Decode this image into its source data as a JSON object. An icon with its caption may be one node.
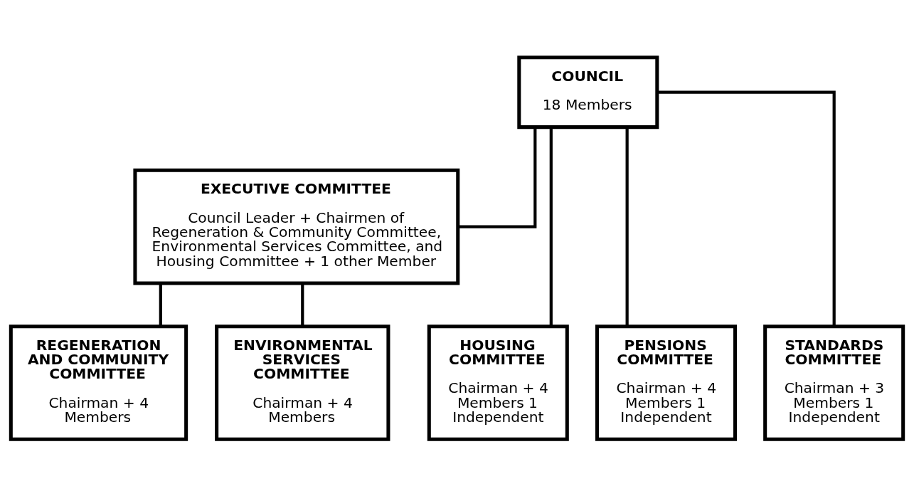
{
  "diagram": {
    "nodes": [
      {
        "text": [
          "COUNCIL",
          "18 Members"
        ]
      },
      {
        "text": [
          "EXECUTIVE COMMITTEE",
          "Council Leader + Chairmen of Regeneration & Community Committee, Environmental Services Committee, and Housing Committee + 1 other Member"
        ]
      },
      {
        "text": [
          "REGENERATION AND COMMUNITY COMMITTEE",
          "Chairman + 4 Members"
        ]
      },
      {
        "text": [
          "ENVIRONMENTAL SERVICES COMMITTEE",
          "Chairman + 4 Members"
        ]
      },
      {
        "text": [
          "HOUSING COMMITTEE",
          "Chairman + 4 Members 1 Independent"
        ]
      },
      {
        "text": [
          "PENSIONS COMMITTEE",
          "Chairman + 4 Members 1 Independent"
        ]
      },
      {
        "text": [
          "STANDARDS COMMITTEE",
          "Chairman + 3 Members 1 Independent"
        ]
      }
    ],
    "edges": [
      {
        "from": 0,
        "to": 1,
        "arrow": "none"
      },
      {
        "from": 0,
        "to": 4,
        "arrow": "none"
      },
      {
        "from": 0,
        "to": 5,
        "arrow": "none"
      },
      {
        "from": 0,
        "to": 6,
        "arrow": "none"
      },
      {
        "from": 1,
        "to": 2,
        "arrow": "none"
      },
      {
        "from": 1,
        "to": 3,
        "arrow": "none"
      }
    ]
  }
}
